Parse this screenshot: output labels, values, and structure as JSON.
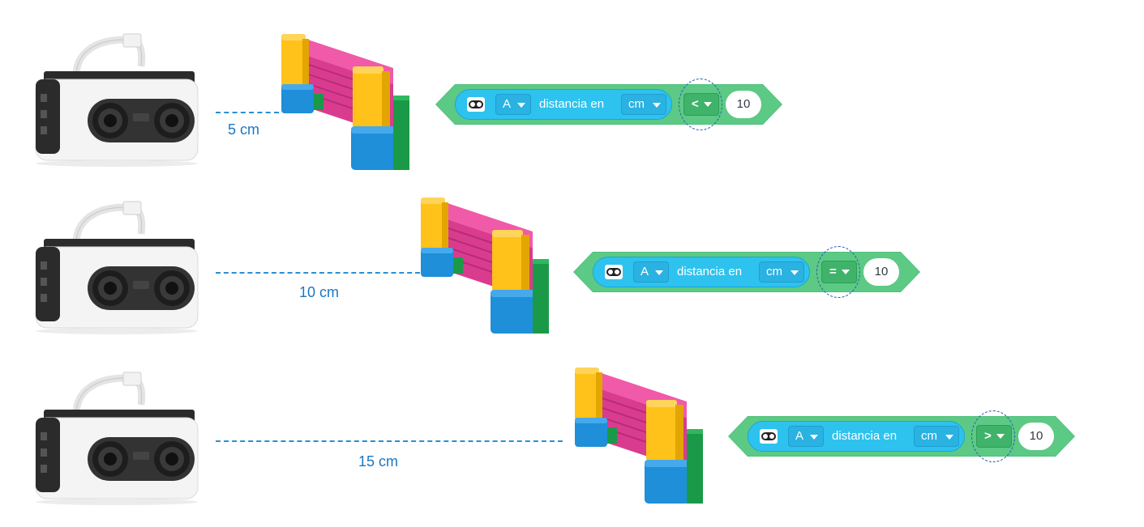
{
  "rows": [
    {
      "distance_label": "5 cm",
      "block": {
        "port": "A",
        "text": "distancia en",
        "unit": "cm",
        "operator": "<",
        "value": "10"
      }
    },
    {
      "distance_label": "10 cm",
      "block": {
        "port": "A",
        "text": "distancia en",
        "unit": "cm",
        "operator": "=",
        "value": "10"
      }
    },
    {
      "distance_label": "15 cm",
      "block": {
        "port": "A",
        "text": "distancia en",
        "unit": "cm",
        "operator": ">",
        "value": "10"
      }
    }
  ],
  "icons": {
    "sensor_block_icon": "distance-sensor-icon",
    "dropdown": "caret-down-icon"
  },
  "colors": {
    "block_green": "#5cc985",
    "reporter_blue": "#2ec2ee",
    "dash_blue": "#2a8fd4",
    "label_blue": "#1a78c2",
    "lego_pink": "#e6459a",
    "lego_yellow": "#ffc21a",
    "lego_blue": "#1e8fd8",
    "lego_green": "#1a9a48"
  }
}
